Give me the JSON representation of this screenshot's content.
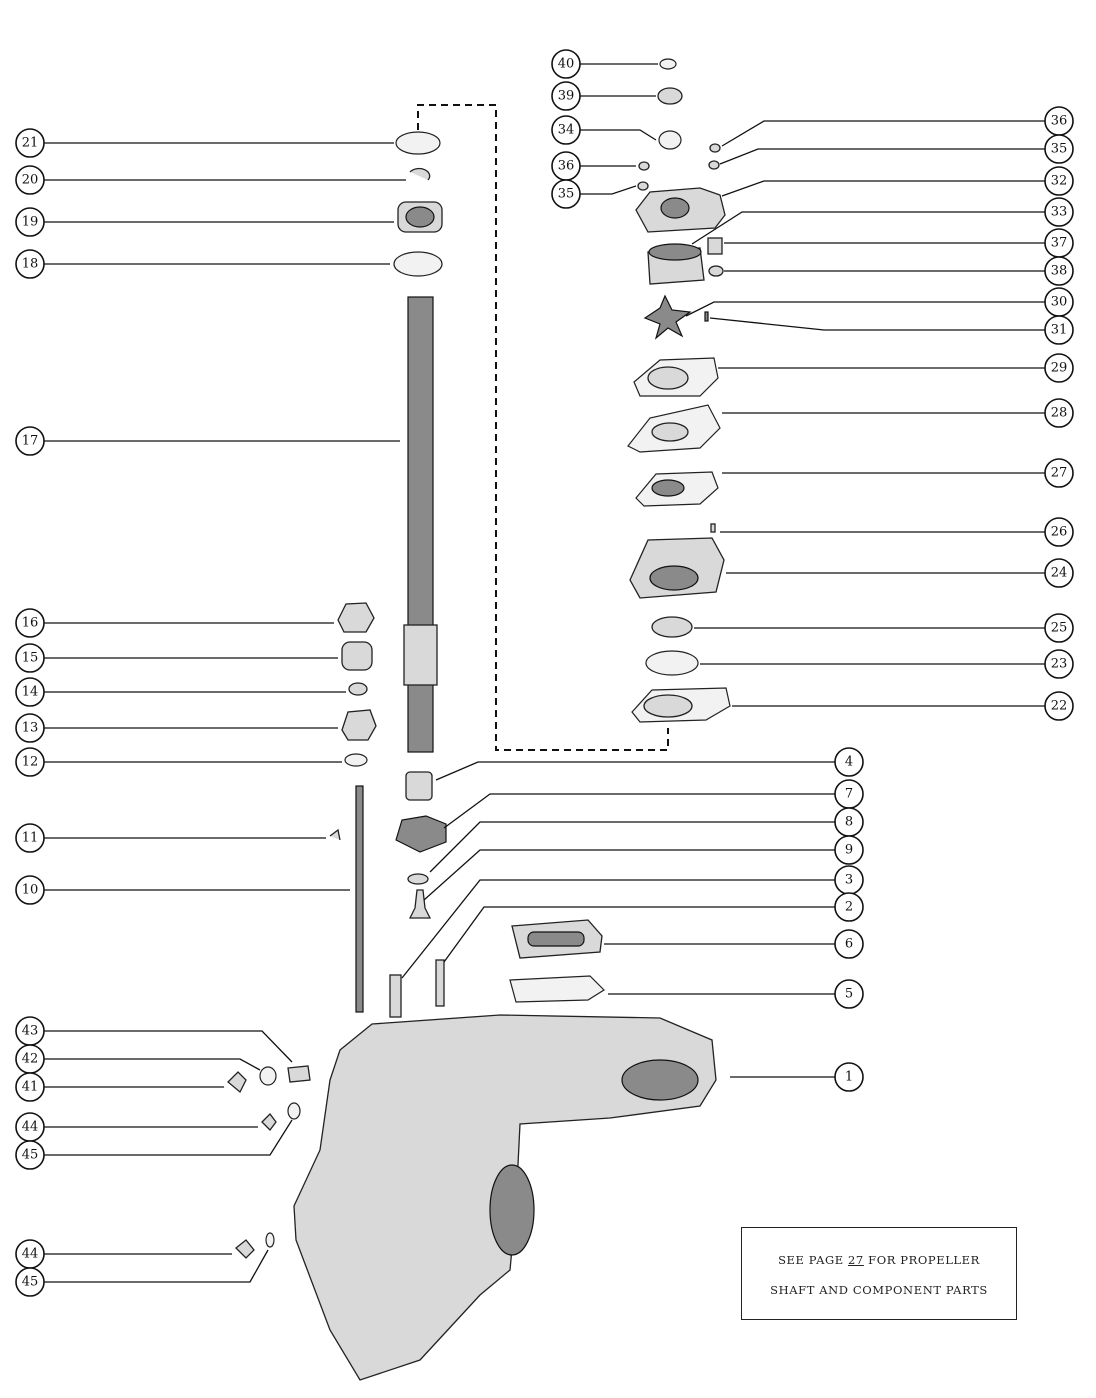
{
  "callouts": [
    {
      "num": "40",
      "side": "left"
    },
    {
      "num": "39",
      "side": "left"
    },
    {
      "num": "34",
      "side": "left"
    },
    {
      "num": "36",
      "side": "left"
    },
    {
      "num": "35",
      "side": "left"
    },
    {
      "num": "21",
      "side": "left"
    },
    {
      "num": "20",
      "side": "left"
    },
    {
      "num": "19",
      "side": "left"
    },
    {
      "num": "18",
      "side": "left"
    },
    {
      "num": "17",
      "side": "left"
    },
    {
      "num": "16",
      "side": "left"
    },
    {
      "num": "15",
      "side": "left"
    },
    {
      "num": "14",
      "side": "left"
    },
    {
      "num": "13",
      "side": "left"
    },
    {
      "num": "12",
      "side": "left"
    },
    {
      "num": "11",
      "side": "left"
    },
    {
      "num": "10",
      "side": "left"
    },
    {
      "num": "43",
      "side": "left"
    },
    {
      "num": "42",
      "side": "left"
    },
    {
      "num": "41",
      "side": "left"
    },
    {
      "num": "44",
      "side": "left"
    },
    {
      "num": "45",
      "side": "left"
    },
    {
      "num": "44",
      "side": "left"
    },
    {
      "num": "45",
      "side": "left"
    },
    {
      "num": "36",
      "side": "right"
    },
    {
      "num": "35",
      "side": "right"
    },
    {
      "num": "32",
      "side": "right"
    },
    {
      "num": "33",
      "side": "right"
    },
    {
      "num": "37",
      "side": "right"
    },
    {
      "num": "38",
      "side": "right"
    },
    {
      "num": "30",
      "side": "right"
    },
    {
      "num": "31",
      "side": "right"
    },
    {
      "num": "29",
      "side": "right"
    },
    {
      "num": "28",
      "side": "right"
    },
    {
      "num": "27",
      "side": "right"
    },
    {
      "num": "26",
      "side": "right"
    },
    {
      "num": "24",
      "side": "right"
    },
    {
      "num": "25",
      "side": "right"
    },
    {
      "num": "23",
      "side": "right"
    },
    {
      "num": "22",
      "side": "right"
    },
    {
      "num": "4",
      "side": "right"
    },
    {
      "num": "7",
      "side": "right"
    },
    {
      "num": "8",
      "side": "right"
    },
    {
      "num": "9",
      "side": "right"
    },
    {
      "num": "3",
      "side": "right"
    },
    {
      "num": "2",
      "side": "right"
    },
    {
      "num": "6",
      "side": "right"
    },
    {
      "num": "5",
      "side": "right"
    },
    {
      "num": "1",
      "side": "right"
    }
  ],
  "note": {
    "line1_prefix": "SEE PAGE ",
    "page_number": "27",
    "line1_suffix": " FOR PROPELLER",
    "line2": "SHAFT AND COMPONENT PARTS"
  }
}
